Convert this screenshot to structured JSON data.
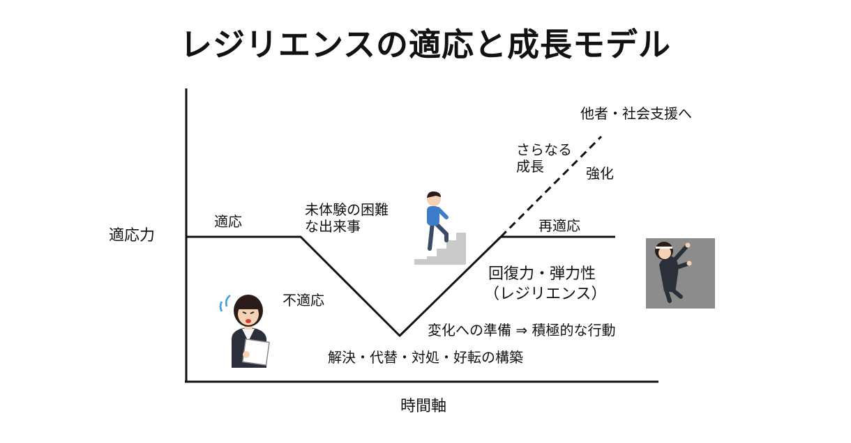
{
  "title": "レジリエンスの適応と成長モデル",
  "axes": {
    "y_label": "適応力",
    "x_label": "時間軸"
  },
  "labels": {
    "adapt": "適応",
    "unexperienced_line1": "未体験の困難",
    "unexperienced_line2": "な出来事",
    "maladapt": "不適応",
    "readapt": "再適応",
    "further_growth_line1": "さらなる",
    "further_growth_line2": "成長",
    "strengthen": "強化",
    "others_support": "他者・社会支援へ",
    "resilience_line1": "回復力・弾力性",
    "resilience_line2": "（レジリエンス）",
    "preparation": "変化への準備 ⇒ 積極的な行動",
    "solutions": "解決・代替・対処・好転の構築"
  },
  "colors": {
    "line": "#111111",
    "stairs": "#c9c9c9",
    "climber_bg": "#8c8c8c",
    "suit": "#2a2f3a",
    "shirt": "#3d7cc9"
  },
  "illustrations": [
    "worried-woman-icon",
    "stair-climber-icon",
    "wall-climber-icon"
  ]
}
